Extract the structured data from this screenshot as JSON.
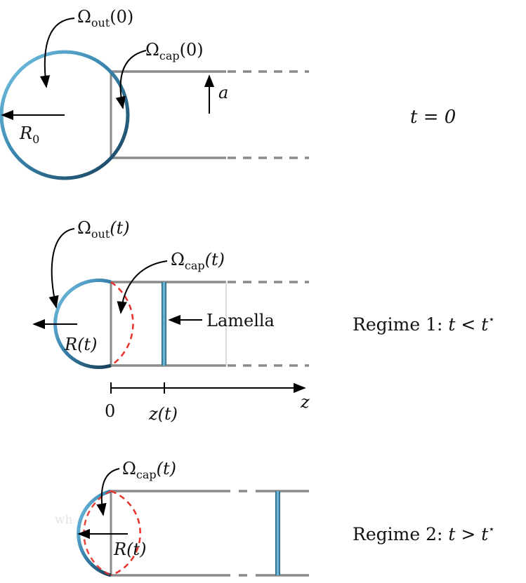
{
  "panels": [
    {
      "id": "t0",
      "omega_out": {
        "base": "Ω",
        "sub": "out",
        "arg": "(0)"
      },
      "omega_cap": {
        "base": "Ω",
        "sub": "cap",
        "arg": "(0)"
      },
      "radius_label": {
        "base": "R",
        "sub": "0"
      },
      "a_label": "a",
      "state_label": "t = 0"
    },
    {
      "id": "regime1",
      "omega_out": {
        "base": "Ω",
        "sub": "out",
        "arg": "(t)"
      },
      "omega_cap": {
        "base": "Ω",
        "sub": "cap",
        "arg": "(t)"
      },
      "radius_label": "R(t)",
      "lamella_label": "Lamella",
      "axis": {
        "origin": "0",
        "mark": "z(t)",
        "end": "z"
      },
      "state_label": {
        "prefix": "Regime 1: ",
        "expr": "t < t",
        "sup": "⋆"
      }
    },
    {
      "id": "regime2",
      "omega_cap": {
        "base": "Ω",
        "sub": "cap",
        "arg": "(t)"
      },
      "radius_label": "R(t)",
      "stray_text": "wh",
      "state_label": {
        "prefix": "Regime 2: ",
        "expr": "t > t",
        "sup": "⋆"
      }
    }
  ],
  "colors": {
    "tube": "#8a8a8a",
    "bubble_dark": "#1f5674",
    "bubble_light": "#5ab4de",
    "cap_dashed": "#e8302a",
    "arrow": "#000000"
  }
}
